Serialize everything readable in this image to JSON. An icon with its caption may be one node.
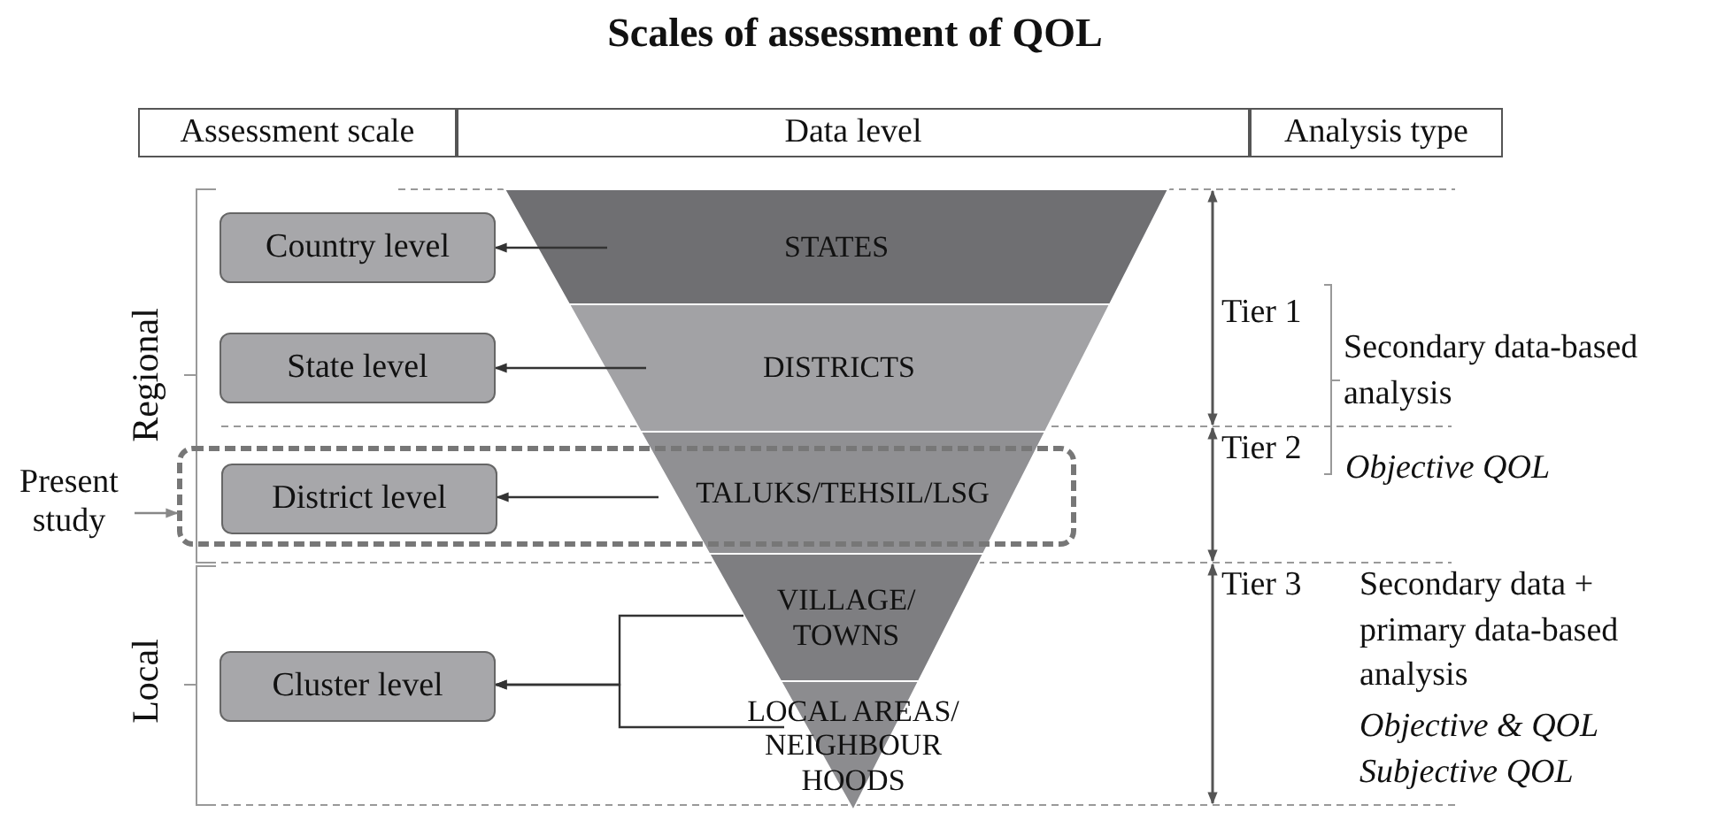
{
  "diagram": {
    "title": "Scales of assessment of QOL",
    "nodes": [
      {
        "text": [
          "Country level"
        ]
      },
      {
        "text": [
          "State level"
        ]
      },
      {
        "text": [],
        "shape": "box"
      },
      {
        "text": [
          "District level"
        ],
        "in": 2
      },
      {
        "text": [
          "Cluster level"
        ]
      },
      {
        "text": [
          "STATES"
        ]
      },
      {
        "text": [
          "DISTRICTS"
        ]
      },
      {
        "text": [
          "TALUKS/TEHSIL/LSG"
        ]
      },
      {
        "text": [
          "VILLAGE/ TOWNS"
        ]
      },
      {
        "text": [
          "LOCAL AREAS/ NEIGHBOUR HOODS"
        ]
      },
      {
        "text": [
          "Present study"
        ]
      }
    ],
    "edges": [
      {
        "from": 5,
        "to": 0,
        "arrow": "to"
      },
      {
        "from": 6,
        "to": 1,
        "arrow": "to"
      },
      {
        "from": 7,
        "to": 3,
        "arrow": "to"
      },
      {
        "from": 8,
        "to": 4,
        "arrow": "to"
      },
      {
        "from": 9,
        "to": 4,
        "arrow": "to"
      },
      {
        "from": 10,
        "to": 2,
        "arrow": "to",
        "color": "#888888"
      }
    ],
    "labels": [
      "Assessment scale",
      "Data level",
      "Analysis type",
      "Regional",
      "Local",
      "Tier 1",
      "Secondary data-based analysis",
      "Tier 2",
      "Objective QOL",
      "Tier 3",
      "Secondary data + primary data-based analysis",
      "Objective & QOL",
      "Subjective QOL"
    ]
  }
}
